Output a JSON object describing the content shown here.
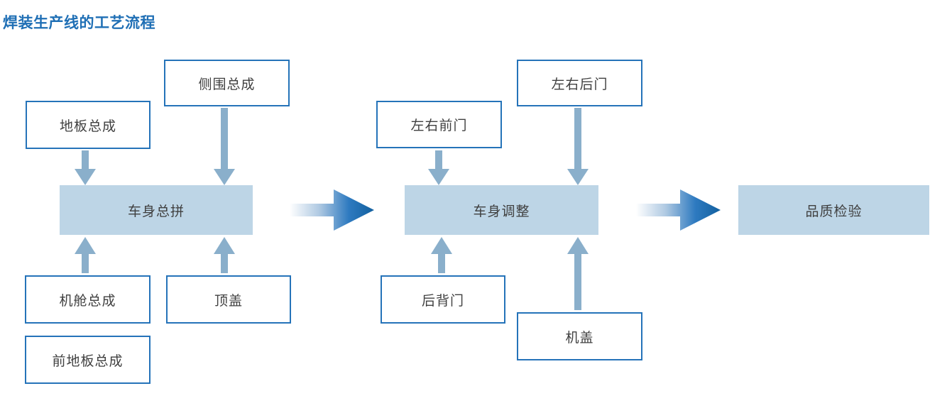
{
  "title": "焊装生产线的工艺流程",
  "theme": {
    "title_color": "#1F6FB5",
    "box_border_color": "#2573B9",
    "box_fill_color": "#FFFFFF",
    "process_fill_color": "#BDD5E6",
    "arrow_color": "#8AAFCB",
    "flow_arrow_color": "#1F6FB5",
    "text_color": "#404040",
    "background": "#FFFFFF"
  },
  "nodes": {
    "floor_assembly": {
      "label": "地板总成",
      "type": "input"
    },
    "side_panel_assembly": {
      "label": "侧围总成",
      "type": "input"
    },
    "body_framing": {
      "label": "车身总拼",
      "type": "process"
    },
    "engine_bay_assembly": {
      "label": "机舱总成",
      "type": "input"
    },
    "roof_panel": {
      "label": "顶盖",
      "type": "input"
    },
    "front_floor_assembly": {
      "label": "前地板总成",
      "type": "input"
    },
    "front_doors": {
      "label": "左右前门",
      "type": "input"
    },
    "rear_doors": {
      "label": "左右后门",
      "type": "input"
    },
    "body_adjustment": {
      "label": "车身调整",
      "type": "process"
    },
    "tailgate": {
      "label": "后背门",
      "type": "input"
    },
    "hood": {
      "label": "机盖",
      "type": "input"
    },
    "quality_inspection": {
      "label": "品质检验",
      "type": "process"
    }
  },
  "connections": [
    {
      "from": "floor_assembly",
      "to": "body_framing",
      "direction": "down"
    },
    {
      "from": "side_panel_assembly",
      "to": "body_framing",
      "direction": "down"
    },
    {
      "from": "engine_bay_assembly",
      "to": "body_framing",
      "direction": "up"
    },
    {
      "from": "roof_panel",
      "to": "body_framing",
      "direction": "up"
    },
    {
      "from": "front_doors",
      "to": "body_adjustment",
      "direction": "down"
    },
    {
      "from": "rear_doors",
      "to": "body_adjustment",
      "direction": "down"
    },
    {
      "from": "tailgate",
      "to": "body_adjustment",
      "direction": "up"
    },
    {
      "from": "hood",
      "to": "body_adjustment",
      "direction": "up"
    },
    {
      "from": "body_framing",
      "to": "body_adjustment",
      "direction": "right"
    },
    {
      "from": "body_adjustment",
      "to": "quality_inspection",
      "direction": "right"
    }
  ]
}
